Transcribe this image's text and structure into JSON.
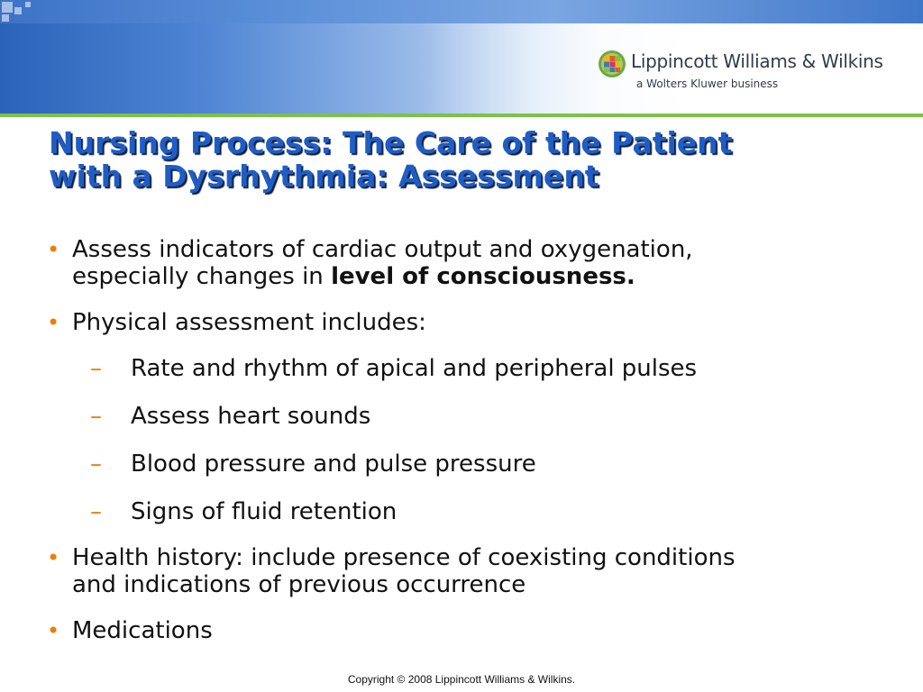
{
  "header": {
    "logo": {
      "name": "Lippincott Williams & Wilkins",
      "subtitle": "a Wolters Kluwer business",
      "mark_icon": "lww-grid-logo-icon"
    }
  },
  "slide": {
    "title_line1": "Nursing Process: The Care of the Patient",
    "title_line2": "with a Dysrhythmia: Assessment",
    "bullets": [
      {
        "text_part1": "Assess indicators of cardiac output and oxygenation,",
        "text_part2": "especially changes in ",
        "text_bold": "level of consciousness."
      },
      {
        "text": "Physical assessment includes:",
        "sub_items": [
          "Rate and rhythm of apical and peripheral pulses",
          "Assess heart sounds",
          "Blood pressure and pulse pressure",
          "Signs of fluid retention"
        ]
      },
      {
        "text_line1": "Health history: include presence of coexisting conditions",
        "text_line2": "and indications of previous occurrence"
      },
      {
        "text": "Medications"
      }
    ],
    "bullet_glyph": "•",
    "dash_glyph": "–"
  },
  "footer": {
    "copyright": "Copyright © 2008 Lippincott Williams & Wilkins."
  },
  "colors": {
    "title": "#1f5dc6",
    "bullet_accent": "#f07d00",
    "header_blue": "#2a63b8",
    "green_rule": "#7cc24a"
  }
}
